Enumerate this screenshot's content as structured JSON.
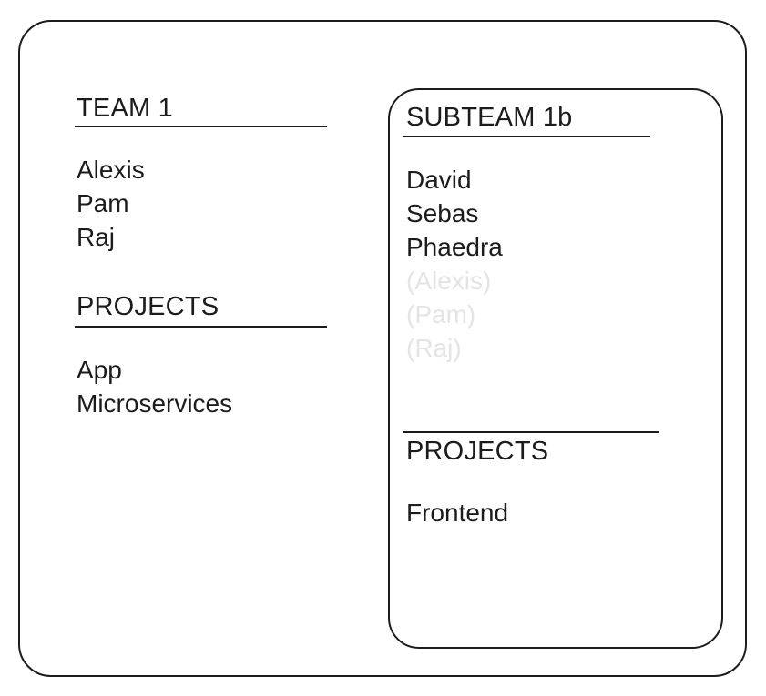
{
  "diagram": {
    "type": "org-nesting-diagram",
    "colors": {
      "stroke": "#1c1c1c",
      "text": "#1c1c1c",
      "inherited_text": "#e4e4e4",
      "background": "#ffffff"
    }
  },
  "team": {
    "title": "TEAM 1",
    "members": [
      "Alexis",
      "Pam",
      "Raj"
    ],
    "projects_title": "PROJECTS",
    "projects": [
      "App",
      "Microservices"
    ]
  },
  "subteam": {
    "title": "SUBTEAM 1b",
    "members": [
      {
        "label": "David",
        "inherited": false
      },
      {
        "label": "Sebas",
        "inherited": false
      },
      {
        "label": "Phaedra",
        "inherited": false
      },
      {
        "label": "(Alexis)",
        "inherited": true
      },
      {
        "label": "(Pam)",
        "inherited": true
      },
      {
        "label": "(Raj)",
        "inherited": true
      }
    ],
    "projects_title": "PROJECTS",
    "projects": [
      "Frontend"
    ]
  }
}
